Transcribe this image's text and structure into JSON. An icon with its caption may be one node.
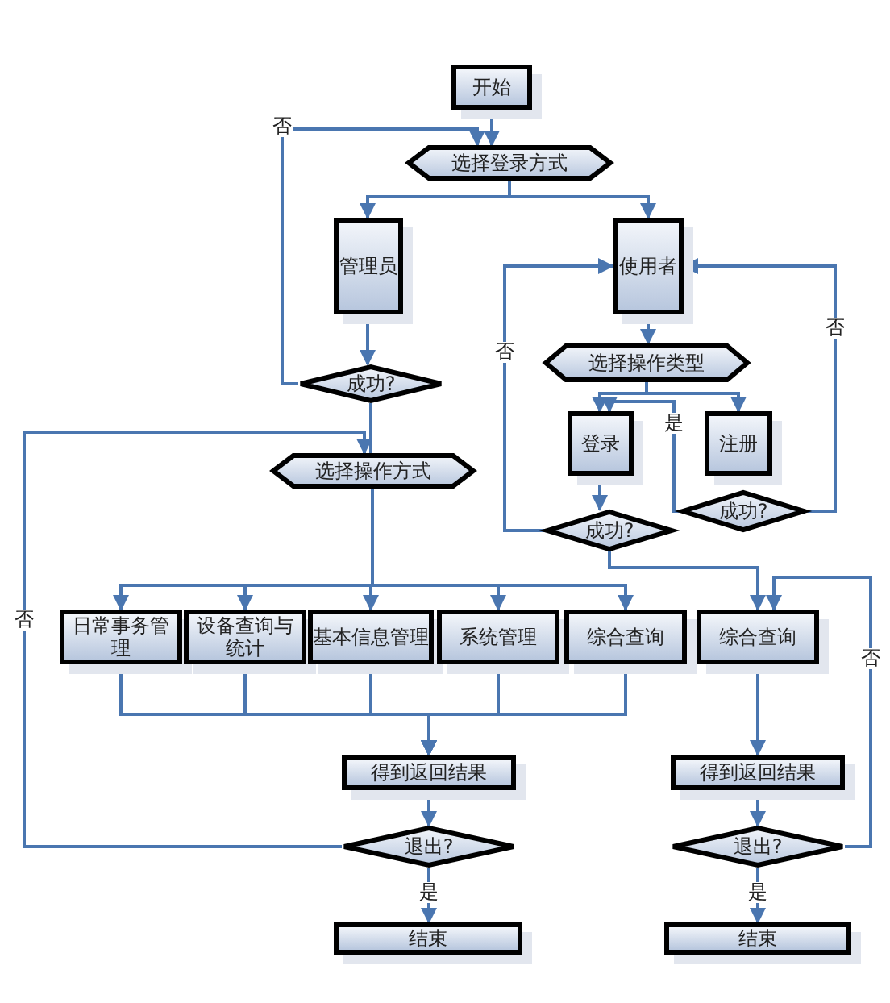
{
  "diagram": {
    "nodes": [
      {
        "text": [
          "开始"
        ]
      },
      {
        "text": [
          "选择登录方式"
        ]
      },
      {
        "text": [
          "管理员"
        ]
      },
      {
        "text": [
          "使用者"
        ]
      },
      {
        "text": [
          "成功?"
        ]
      },
      {
        "text": [
          "选择操作类型"
        ]
      },
      {
        "text": [
          "登录"
        ]
      },
      {
        "text": [
          "注册"
        ]
      },
      {
        "text": [
          "成功?"
        ]
      },
      {
        "text": [
          "成功?"
        ]
      },
      {
        "text": [
          "选择操作方式"
        ]
      },
      {
        "text": [
          "日常事务管理"
        ]
      },
      {
        "text": [
          "设备查询与统计"
        ]
      },
      {
        "text": [
          "基本信息管理"
        ]
      },
      {
        "text": [
          "系统管理"
        ]
      },
      {
        "text": [
          "综合查询"
        ]
      },
      {
        "text": [
          "综合查询"
        ]
      },
      {
        "text": [
          "得到返回结果"
        ]
      },
      {
        "text": [
          "退出?"
        ]
      },
      {
        "text": [
          "结束"
        ]
      },
      {
        "text": [
          "得到返回结果"
        ]
      },
      {
        "text": [
          "退出?"
        ]
      },
      {
        "text": [
          "结束"
        ]
      }
    ],
    "edges": [
      {
        "from": 0,
        "to": 1,
        "arrow": "to"
      },
      {
        "from": 1,
        "to": 2,
        "arrow": "to"
      },
      {
        "from": 1,
        "to": 3,
        "arrow": "to"
      },
      {
        "from": 2,
        "to": 4,
        "arrow": "to"
      },
      {
        "from": 4,
        "to": 1,
        "arrow": "to",
        "label": "否"
      },
      {
        "from": 4,
        "to": 10,
        "arrow": "none"
      },
      {
        "from": 3,
        "to": 5,
        "arrow": "to"
      },
      {
        "from": 5,
        "to": 6,
        "arrow": "to"
      },
      {
        "from": 5,
        "to": 7,
        "arrow": "to"
      },
      {
        "from": 9,
        "to": 6,
        "arrow": "to",
        "label": "是"
      },
      {
        "from": 6,
        "to": 8,
        "arrow": "to"
      },
      {
        "from": 8,
        "to": 3,
        "arrow": "to",
        "label": "否"
      },
      {
        "from": 9,
        "to": 3,
        "arrow": "to",
        "label": "否"
      },
      {
        "from": 8,
        "to": 16,
        "arrow": "to"
      },
      {
        "from": 10,
        "to": 11,
        "arrow": "to"
      },
      {
        "from": 10,
        "to": 12,
        "arrow": "to"
      },
      {
        "from": 10,
        "to": 13,
        "arrow": "to"
      },
      {
        "from": 10,
        "to": 14,
        "arrow": "to"
      },
      {
        "from": 10,
        "to": 15,
        "arrow": "to"
      },
      {
        "from": 11,
        "to": 17,
        "arrow": "to"
      },
      {
        "from": 12,
        "to": 17,
        "arrow": "to"
      },
      {
        "from": 13,
        "to": 17,
        "arrow": "to"
      },
      {
        "from": 14,
        "to": 17,
        "arrow": "to"
      },
      {
        "from": 15,
        "to": 17,
        "arrow": "to"
      },
      {
        "from": 17,
        "to": 18,
        "arrow": "to"
      },
      {
        "from": 18,
        "to": 19,
        "arrow": "to",
        "label": "是"
      },
      {
        "from": 18,
        "to": 10,
        "arrow": "to",
        "label": "否"
      },
      {
        "from": 16,
        "to": 20,
        "arrow": "to"
      },
      {
        "from": 20,
        "to": 21,
        "arrow": "to"
      },
      {
        "from": 21,
        "to": 22,
        "arrow": "to",
        "label": "是"
      },
      {
        "from": 21,
        "to": 16,
        "arrow": "to",
        "label": "否"
      }
    ]
  }
}
